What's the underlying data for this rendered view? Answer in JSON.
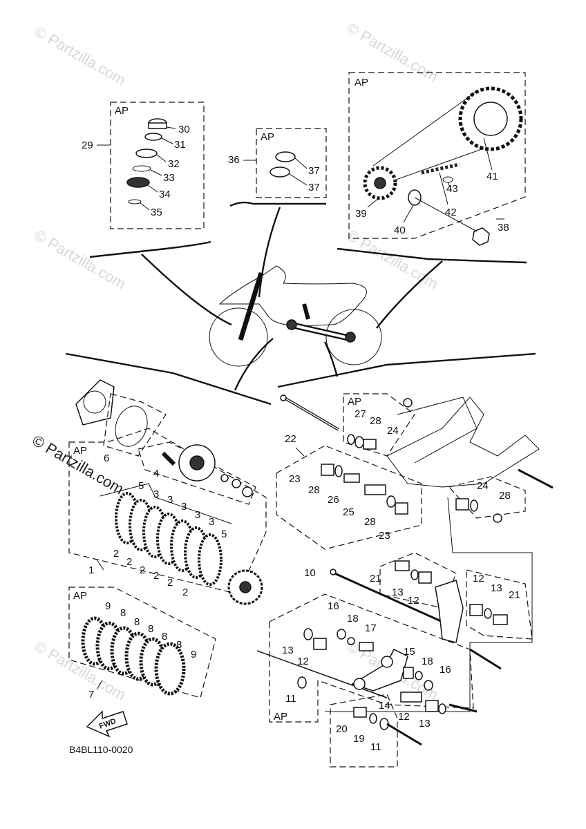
{
  "watermark": {
    "text": "© Partzilla.com",
    "bold_text": "© Partzilla.com"
  },
  "diagram_code": "B4BL110-0020",
  "fwd_label": "FWD",
  "ap_label": "AP",
  "callouts": {
    "c1": "1",
    "c2": "2",
    "c3": "3",
    "c4": "4",
    "c5": "5",
    "c6": "6",
    "c7": "7",
    "c8": "8",
    "c9": "9",
    "c10": "10",
    "c11": "11",
    "c12": "12",
    "c13": "13",
    "c14": "14",
    "c15": "15",
    "c16": "16",
    "c17": "17",
    "c18": "18",
    "c19": "19",
    "c20": "20",
    "c21": "21",
    "c22": "22",
    "c23": "23",
    "c24": "24",
    "c25": "25",
    "c26": "26",
    "c27": "27",
    "c28": "28",
    "c29": "29",
    "c30": "30",
    "c31": "31",
    "c32": "32",
    "c33": "33",
    "c34": "34",
    "c35": "35",
    "c36": "36",
    "c37": "37",
    "c38": "38",
    "c39": "39",
    "c40": "40",
    "c41": "41",
    "c42": "42",
    "c43": "43"
  }
}
